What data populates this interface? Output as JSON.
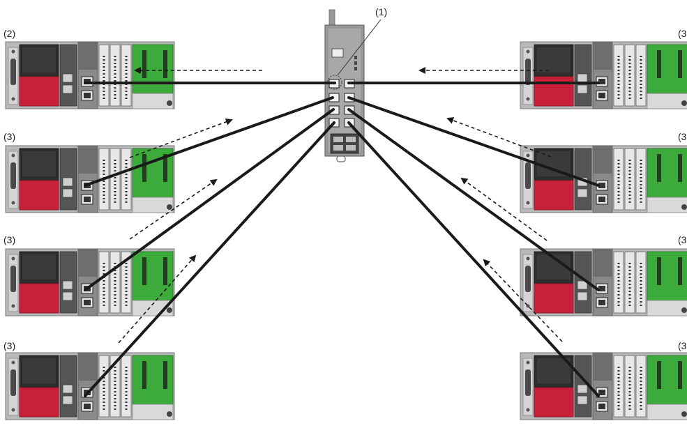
{
  "labels": {
    "switch": "(1)",
    "master": "(2)",
    "slave": "(3"
  },
  "left_labels": [
    "(2)",
    "(3)",
    "(3)",
    "(3)"
  ],
  "right_labels": [
    "(3",
    "(3",
    "(3",
    "(3"
  ],
  "colors": {
    "cable": "#1a1a1a",
    "cpu_red": "#c8203a",
    "board_green": "#3cab3c",
    "module_gray": "#8a8a8a",
    "dark_unit": "#2b2b2b"
  }
}
